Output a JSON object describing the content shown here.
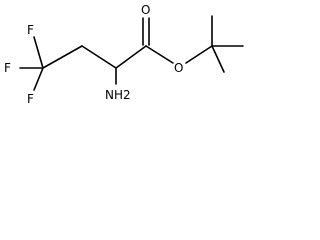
{
  "atoms": {
    "f1": "F",
    "f2": "F",
    "f3": "F",
    "o1": "O",
    "o2": "O",
    "nh2": "NH2"
  },
  "colors": {
    "bond": "#000000",
    "label": "#000000",
    "background": "#ffffff"
  }
}
